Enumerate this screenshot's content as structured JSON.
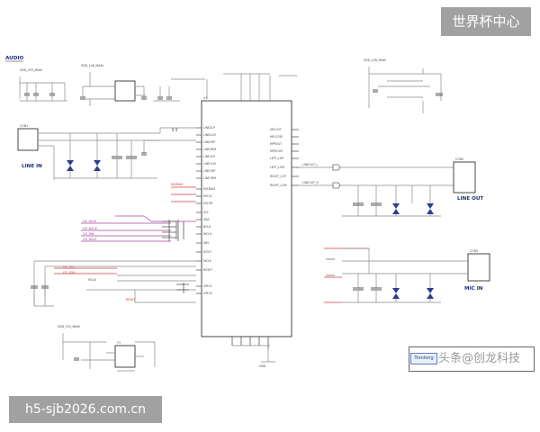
{
  "watermarks": {
    "top_right": "世界杯中心",
    "bottom_left": "h5-sjb2026.com.cn",
    "title_block": "头条@创龙科技"
  },
  "title_block": {
    "logo": "Tronlong"
  },
  "sections": {
    "audio": "AUDIO",
    "line_in": "LINE IN",
    "line_out": "LINE OUT",
    "mic_in": "MIC IN"
  },
  "components": {
    "main_ic": "U1",
    "line_in_jack": "CON1",
    "line_out_jack": "CON2",
    "mic_jack": "CON3",
    "crystal": "Y1"
  },
  "nets": {
    "power_3v3": "VDD_3V3_MAIN",
    "power_1v8": "VDD_1V8_MAIN",
    "ground": "GND",
    "mic_bias": "MICBIAS",
    "lineout_l": "LINEOUT_L",
    "lineout_r": "LINEOUT_R",
    "i2c_scl": "I2C_SCL",
    "i2c_sda": "I2C_SDA",
    "i2s_bclk": "I2S_BCLK",
    "i2s_wclk": "I2S_WCLK",
    "i2s_din": "I2S_DIN",
    "i2s_dout": "I2S_DOUT",
    "mclk": "MCLK",
    "reset": "RESET"
  },
  "u1_pins_left": [
    "LINE2LP",
    "LINE2LM",
    "LINE2RP",
    "LINE2RM",
    "LINE1LP",
    "LINE1LM",
    "LINE1RP",
    "LINE1RM",
    "MICBIAS",
    "MIC3L",
    "MIC3R",
    "SCL",
    "SDA",
    "BCLK",
    "WCLK",
    "DIN",
    "DOUT",
    "MCLK",
    "RESET",
    "GPIO1",
    "GPIO2"
  ],
  "u1_pins_right": [
    "HPLOUT",
    "HPLCOM",
    "HPROUT",
    "HPRCOM",
    "LEFT_LOP",
    "LEFT_LOM",
    "RIGHT_LOP",
    "RIGHT_LOM"
  ]
}
